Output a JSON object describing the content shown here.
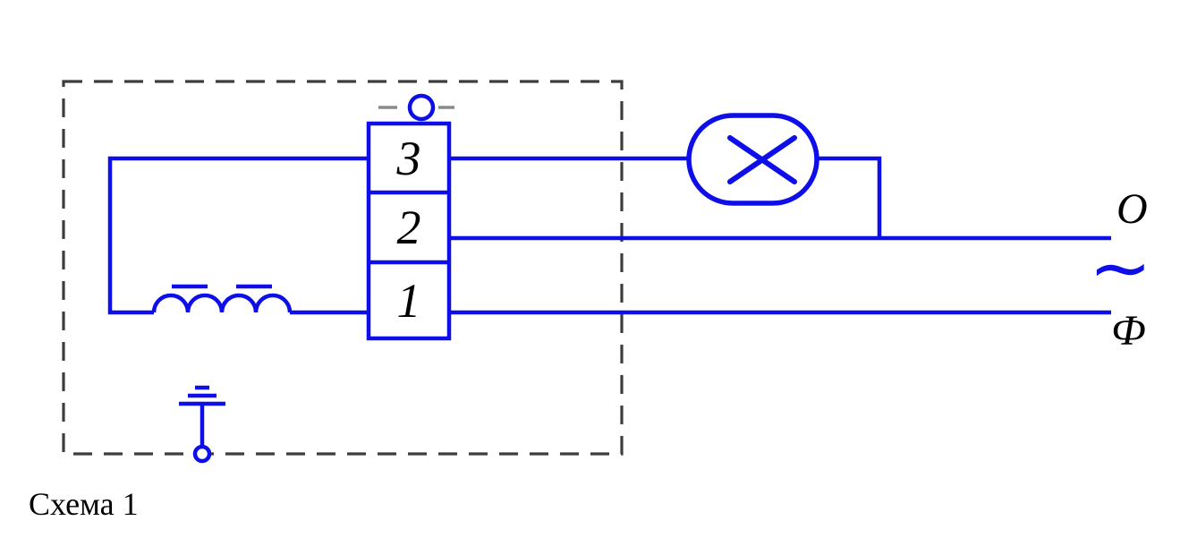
{
  "colors": {
    "wire": "#0e0ee8",
    "enclosure": "#3d3d3d",
    "holder": "#8a8a8a",
    "label": "#000000",
    "bg": "#ffffff"
  },
  "caption": "Схема 1",
  "terminal_block": {
    "cells": [
      {
        "label": "3"
      },
      {
        "label": "2"
      },
      {
        "label": "1"
      }
    ]
  },
  "power_lines": {
    "neutral_label": "O",
    "ac_symbol": "∼",
    "phase_label": "Ф"
  },
  "symbols": {
    "lamp": "lamp-cross-in-stadium",
    "inductor": "coil-with-core-bars",
    "ground": "earth-electrode",
    "terminal_top": "connection-point",
    "enclosure": "dashed-equipment-boundary"
  }
}
